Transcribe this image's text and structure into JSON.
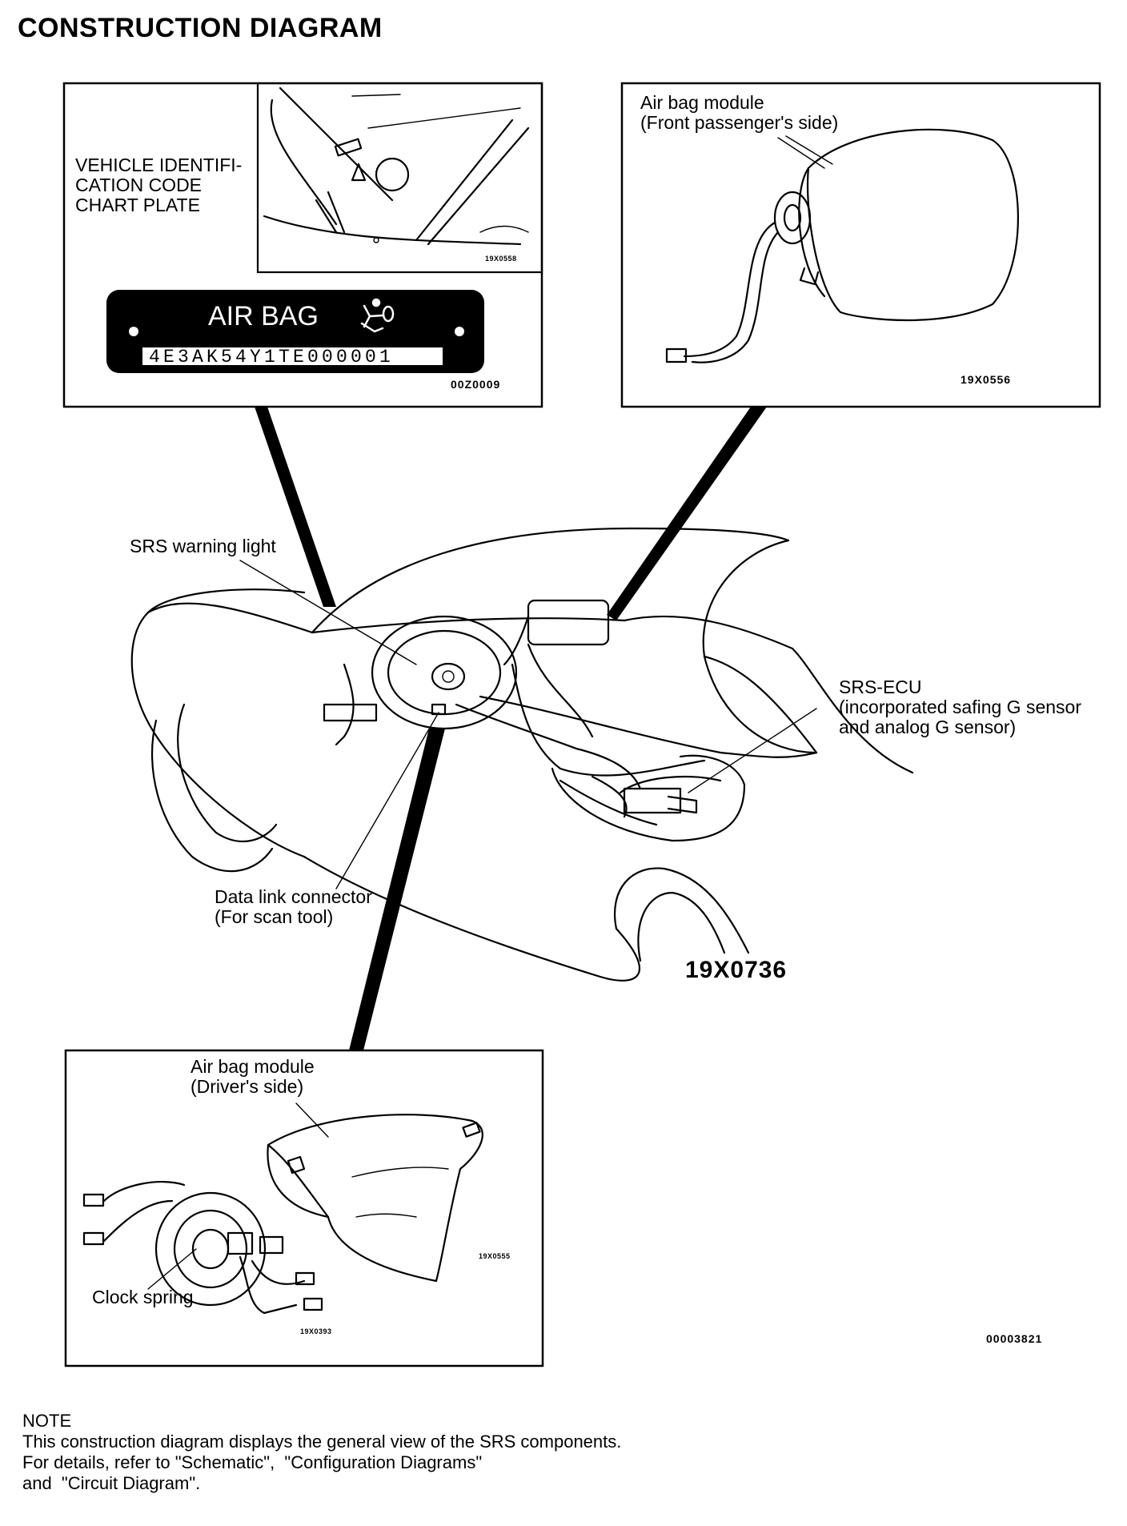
{
  "title": "CONSTRUCTION DIAGRAM",
  "vin_panel": {
    "label": "VEHICLE IDENTIFI-\nCATION CODE\nCHART PLATE",
    "inset_code": "19X0558",
    "plate_title": "AIR BAG",
    "plate_number": "4E3AK54Y1TE000001",
    "code": "00Z0009"
  },
  "passenger_panel": {
    "label": "Air bag module\n(Front passenger's side)",
    "code": "19X0556"
  },
  "main_view": {
    "srs_warning_light": "SRS warning light",
    "srs_ecu": "SRS-ECU\n(incorporated safing G sensor\nand analog G sensor)",
    "data_link_connector": "Data link connector\n(For scan tool)",
    "code": "19X0736"
  },
  "driver_panel": {
    "label": "Air bag module\n(Driver's side)",
    "clock_spring": "Clock spring",
    "code_module": "19X0555",
    "code_clock": "19X0393"
  },
  "page_code": "00003821",
  "note": {
    "heading": "NOTE",
    "text": "This construction diagram displays the general view of the SRS components.\nFor details, refer to \"Schematic\",  \"Configuration Diagrams\"\nand  \"Circuit Diagram\"."
  }
}
